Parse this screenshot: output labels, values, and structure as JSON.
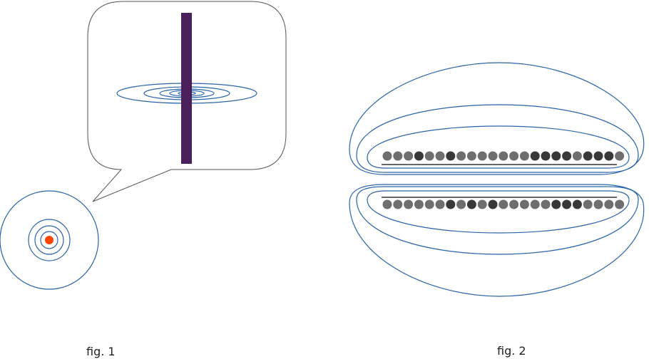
{
  "figures": [
    {
      "caption": "fig. 1"
    },
    {
      "caption": "fig. 2"
    }
  ],
  "colors": {
    "field_line": "#2a64a8",
    "conductor": "#4a1f5c",
    "dot_center": "#ff4500",
    "dot_dark": "#383838",
    "dot_light": "#6e6e6e",
    "plate": "#333333",
    "callout_stroke": "#555555"
  },
  "fig2": {
    "top_row_pattern": [
      0,
      0,
      0,
      1,
      0,
      0,
      1,
      0,
      0,
      0,
      0,
      0,
      0,
      0,
      1,
      1,
      1,
      1,
      0,
      1,
      1,
      1,
      0
    ],
    "bottom_row_pattern": [
      0,
      0,
      0,
      0,
      0,
      0,
      1,
      0,
      1,
      0,
      1,
      0,
      0,
      0,
      0,
      0,
      1,
      1,
      1,
      0,
      0,
      0,
      0
    ]
  }
}
